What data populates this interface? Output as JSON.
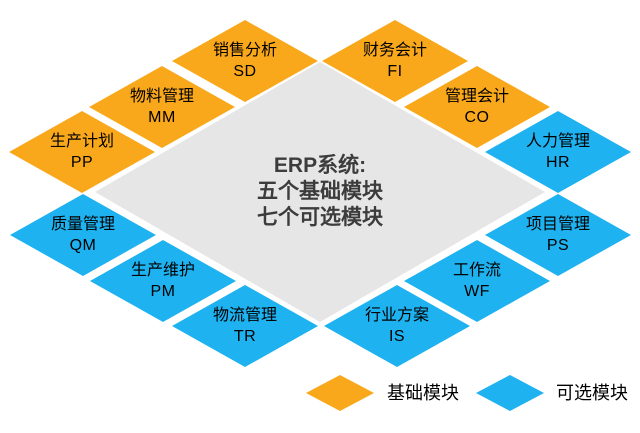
{
  "center": {
    "lines": [
      "ERP系统:",
      "五个基础模块",
      "七个可选模块"
    ]
  },
  "modules": [
    {
      "id": "sd",
      "name": "销售分析",
      "abbr": "SD",
      "type": "basic"
    },
    {
      "id": "mm",
      "name": "物料管理",
      "abbr": "MM",
      "type": "basic"
    },
    {
      "id": "pp",
      "name": "生产计划",
      "abbr": "PP",
      "type": "basic"
    },
    {
      "id": "fi",
      "name": "财务会计",
      "abbr": "FI",
      "type": "basic"
    },
    {
      "id": "co",
      "name": "管理会计",
      "abbr": "CO",
      "type": "basic"
    },
    {
      "id": "hr",
      "name": "人力管理",
      "abbr": "HR",
      "type": "optional"
    },
    {
      "id": "qm",
      "name": "质量管理",
      "abbr": "QM",
      "type": "optional"
    },
    {
      "id": "pm",
      "name": "生产维护",
      "abbr": "PM",
      "type": "optional"
    },
    {
      "id": "tr",
      "name": "物流管理",
      "abbr": "TR",
      "type": "optional"
    },
    {
      "id": "ps",
      "name": "项目管理",
      "abbr": "PS",
      "type": "optional"
    },
    {
      "id": "wf",
      "name": "工作流",
      "abbr": "WF",
      "type": "optional"
    },
    {
      "id": "is",
      "name": "行业方案",
      "abbr": "IS",
      "type": "optional"
    }
  ],
  "legend": {
    "items": [
      {
        "label": "基础模块",
        "type": "basic"
      },
      {
        "label": "可选模块",
        "type": "optional"
      }
    ]
  },
  "colors": {
    "basic": "#F9A81B",
    "optional": "#1EB2F0",
    "center_bg": "#E6E6E6",
    "center_text": "#3C3C3C"
  }
}
